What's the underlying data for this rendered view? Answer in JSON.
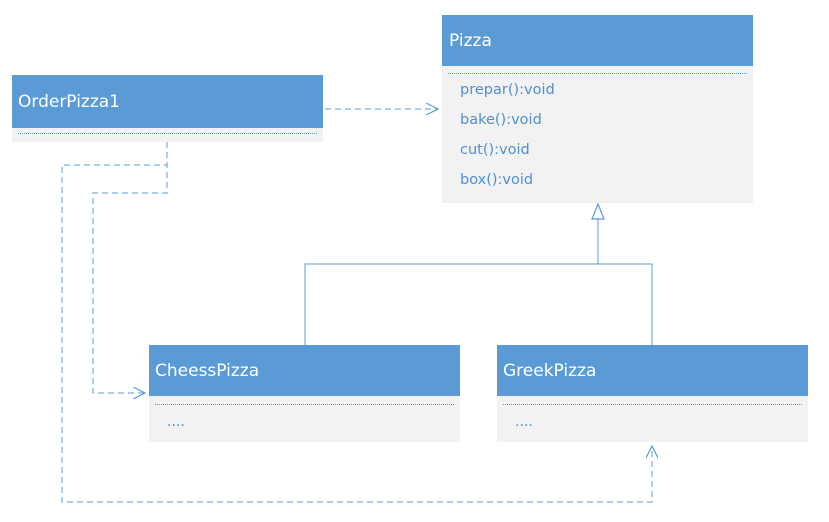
{
  "classes": {
    "pizza": {
      "name": "Pizza",
      "methods": [
        "prepar():void",
        "bake():void",
        "cut():void",
        "box():void"
      ]
    },
    "order_pizza": {
      "name": "OrderPizza1"
    },
    "cheess_pizza": {
      "name": "CheessPizza",
      "body": "...."
    },
    "greek_pizza": {
      "name": "GreekPizza",
      "body": "...."
    }
  },
  "colors": {
    "header": "#5b9bd5",
    "body": "#f2f2f2",
    "text": "#4f8fd0",
    "line": "#5b9bd5"
  }
}
